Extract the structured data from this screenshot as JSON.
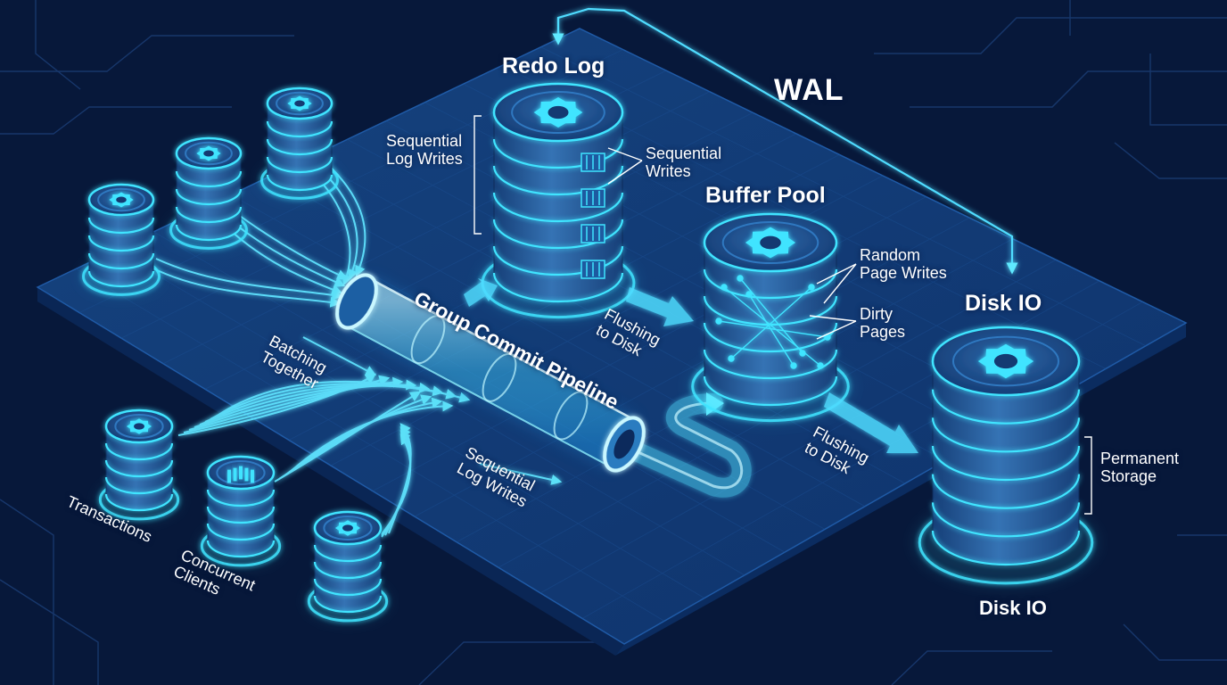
{
  "colors": {
    "background": "#07183a",
    "platform": "#123e7e",
    "platform_edge": "#0c2a5c",
    "glow": "#3fe4ff",
    "cylinder_body": "#2e6aa8",
    "cylinder_top": "#1f4f8c",
    "text": "#ffffff"
  },
  "labels": {
    "wal": "WAL",
    "redo_log": "Redo Log",
    "buffer_pool": "Buffer Pool",
    "disk_io_top": "Disk IO",
    "disk_io_bottom": "Disk IO",
    "group_commit_pipeline": "Group Commit Pipeline",
    "sequential_log_writes_left": [
      "Sequential",
      "Log Writes"
    ],
    "sequential_writes": [
      "Sequential",
      "Writes"
    ],
    "random_page_writes": [
      "Random",
      "Page Writes"
    ],
    "dirty_pages": [
      "Dirty",
      "Pages"
    ],
    "flushing_to_disk_1": [
      "Flushing",
      "to Disk"
    ],
    "flushing_to_disk_2": [
      "Flushing",
      "to Disk"
    ],
    "batching_together": [
      "Batching",
      "Together"
    ],
    "sequential_log_writes_pipe": [
      "Sequential",
      "Log Writes"
    ],
    "permanent_storage": [
      "Permanent",
      "Storage"
    ],
    "transactions": "Transactions",
    "concurrent_clients": [
      "Concurrent",
      "Clients"
    ]
  },
  "icons": {
    "cylinder_top": "gear-icon",
    "client_alt": "server-rack-icon",
    "connection": "arrow-icon"
  }
}
